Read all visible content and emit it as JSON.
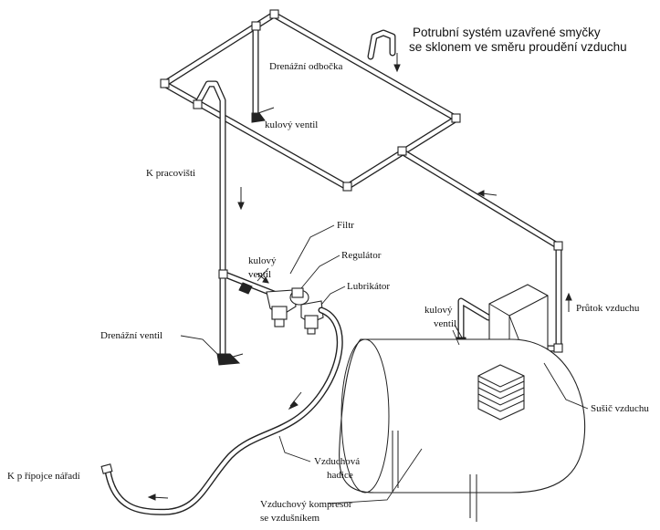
{
  "title": {
    "line1": "Potrubní systém uzavřené smyčky",
    "line2": "se sklonem ve směru proudění vzduchu"
  },
  "labels": {
    "drain_branch": "Drenážní odbočka",
    "ball_valve_top": "kulový ventil",
    "to_workstation": "K pracovišti",
    "filter": "Filtr",
    "ball_valve_mid_l1": "kulový",
    "ball_valve_mid_l2": "ventil",
    "regulator": "Regulátor",
    "lubricator": "Lubrikátor",
    "drain_valve": "Drenážní ventil",
    "ball_valve_right_l1": "kulový",
    "ball_valve_right_l2": "ventil",
    "air_flow": "Průtok vzduchu",
    "air_dryer": "Sušič vzduchu",
    "air_hose_l1": "Vzduchová",
    "air_hose_l2": "hadice",
    "tool_connection": "K p řípojce nářadí",
    "compressor_l1": "Vzduchový kompresor",
    "compressor_l2": "se vzdušníkem"
  }
}
